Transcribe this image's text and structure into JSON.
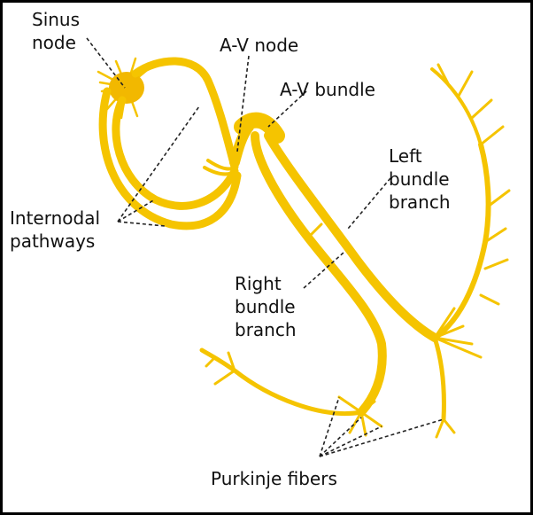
{
  "labels": {
    "sinus_node_line1": "Sinus",
    "sinus_node_line2": "node",
    "av_node": "A-V node",
    "av_bundle": "A-V bundle",
    "left_bundle_line1": "Left",
    "left_bundle_line2": "bundle",
    "left_bundle_line3": "branch",
    "internodal_line1": "Internodal",
    "internodal_line2": "pathways",
    "right_bundle_line1": "Right",
    "right_bundle_line2": "bundle",
    "right_bundle_line3": "branch",
    "purkinje": "Purkinje fibers"
  },
  "colors": {
    "conduction_fiber": "#F5C400",
    "node": "#F2B800",
    "leader_line": "#222222",
    "border": "#000000",
    "background": "#FFFFFF"
  }
}
